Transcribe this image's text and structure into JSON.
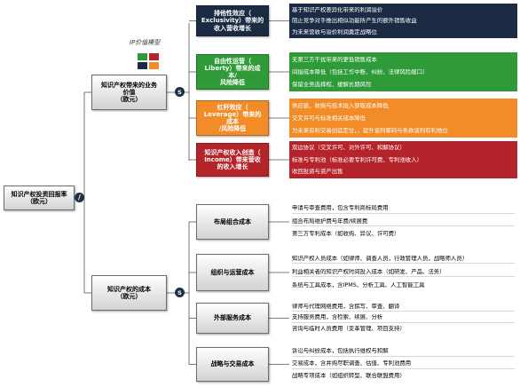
{
  "root": {
    "label": "知识产权投资回报率\n（欧元）"
  },
  "connectors": {
    "root": "/",
    "value": "S",
    "cost": "S"
  },
  "value_branch": {
    "label": "知识产权带来的业务\n价值\n（欧元）",
    "caption": "IP价值模型",
    "items": [
      {
        "label": "排他性效应（\nExclusivity）带来的\n收入营收增长",
        "color": "#1b2b44",
        "lines": [
          "基于知识产权差异化带来的利润溢价",
          "阻止竞争对手推出相似功能所产生的额外销售收益",
          "为未来营收与溢价利润奠定战略位"
        ]
      },
      {
        "label": "自由性运营（\nLiberty）带来的成\n本/\n风险降低",
        "color": "#2e9b38",
        "lines": [
          "无第三方干扰带来的更低销售成本",
          "间接成本降低（包括工作中断、纠纷、法律风险敞口）",
          "保留业务选择权、缓解长期风险"
        ]
      },
      {
        "label": "杠杆效应（\nLeverage）带来的\n成本\n/风险降低",
        "color": "#f28c28",
        "lines": [
          "供应链、收购与技术授入获取成本降低",
          "交叉许可与标准相关成本降低",
          "为未来有利交易创造定位，，提升谈判筹码与条款谈判有利地位"
        ]
      },
      {
        "label": "知识产权收入创造（\nIncome）带来营收\n的收入增长",
        "color": "#b5242a",
        "lines": [
          "双边协议（交叉许可、对外许可、和解协议）",
          "标准与专利池（标准必要专利许可费、专利池收入）",
          "收回投资与资产出售"
        ]
      }
    ],
    "legend_colors": [
      "#2e9b38",
      "#b5242a",
      "#1b2b44",
      "#f28c28"
    ]
  },
  "cost_branch": {
    "label": "知识产权的成本\n（欧元）",
    "items": [
      {
        "label": "布局组合成本",
        "lines": [
          "申请与审查费用，包含专利商标局费用",
          "组合布局维护费与年费/续展费",
          "第三方专利成本（如收购、异议、许可费）"
        ]
      },
      {
        "label": "组织与运营成本",
        "lines": [
          "知识产权人员成本（如律师、调查人员，行政管理人员，战略师人员）",
          "利益相关者的知识产权时间投入成本（如研发、产品、法务）",
          "系统与工具成本，含IPMS、分析工具、人工智能工具"
        ]
      },
      {
        "label": "外部服务成本",
        "lines": [
          "律师与代理网络费用，含撰写、审查、翻译",
          "支持服务费用，含检索、续展、分析",
          "咨询与临时人员费用（变革管理、项目支持）"
        ]
      },
      {
        "label": "战略与交易成本",
        "lines": [
          "诉讼与纠纷成本，包括执行维权与和解",
          "交易成本，含并购尽职调查、估值、专利池费用",
          "战略专项成本（如组织转型、联合联盟费用）"
        ]
      }
    ]
  }
}
